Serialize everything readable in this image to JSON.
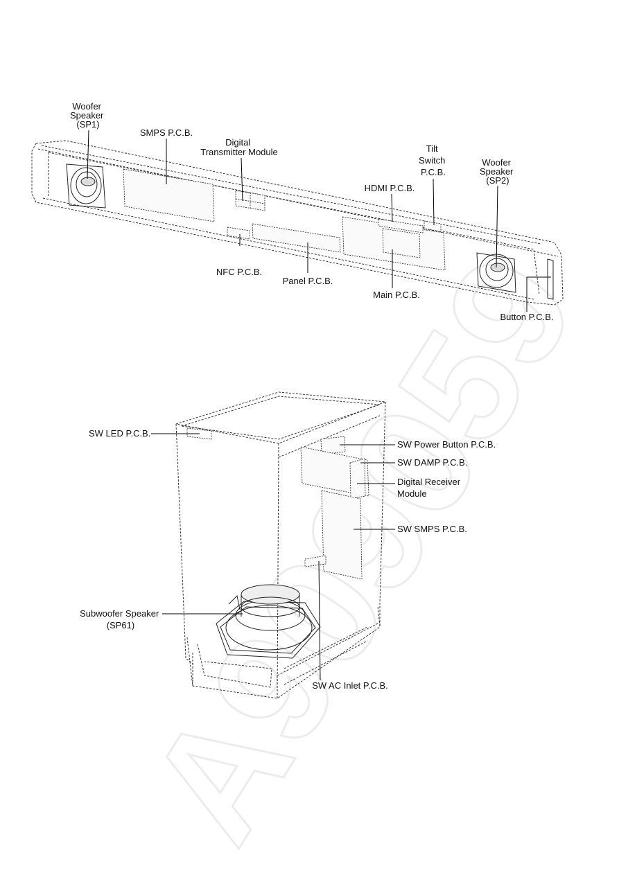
{
  "watermark": "A909059",
  "soundbar": {
    "labels": {
      "woofer_sp1": [
        "Woofer",
        "Speaker",
        "(SP1)"
      ],
      "smps": "SMPS P.C.B.",
      "digital_tx": [
        "Digital",
        "Transmitter Module"
      ],
      "tilt_switch": [
        "Tilt",
        "Switch",
        "P.C.B."
      ],
      "woofer_sp2": [
        "Woofer",
        "Speaker",
        "(SP2)"
      ],
      "hdmi": "HDMI P.C.B.",
      "nfc": "NFC P.C.B.",
      "panel": "Panel P.C.B.",
      "main": "Main P.C.B.",
      "button": "Button P.C.B."
    }
  },
  "subwoofer": {
    "labels": {
      "sw_led": "SW LED P.C.B.",
      "sw_power_button": "SW Power Button P.C.B.",
      "sw_damp": "SW DAMP P.C.B.",
      "digital_rx": [
        "Digital Receiver",
        "Module"
      ],
      "sw_smps": "SW SMPS P.C.B.",
      "subwoofer_speaker": [
        "Subwoofer Speaker",
        "(SP61)"
      ],
      "sw_ac_inlet": "SW AC Inlet P.C.B."
    }
  }
}
